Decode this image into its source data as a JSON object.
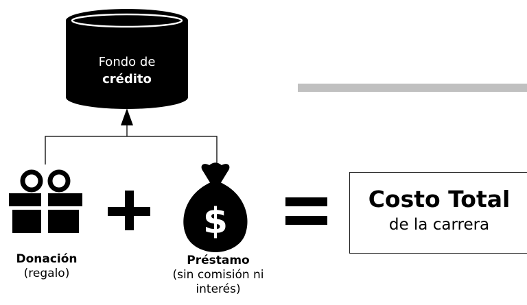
{
  "fund": {
    "line1": "Fondo de",
    "line2": "crédito"
  },
  "gift": {
    "icon": "gift-icon",
    "title": "Donación",
    "subtitle": "(regalo)"
  },
  "loan": {
    "icon": "money-bag-icon",
    "symbol": "$",
    "title": "Préstamo",
    "subtitle_line1": "(sin comisión ni",
    "subtitle_line2": "interés)"
  },
  "total": {
    "title": "Costo Total",
    "subtitle": "de la carrera"
  },
  "colors": {
    "ink": "#000000",
    "bar": "#c0c0c0",
    "background": "#ffffff"
  }
}
